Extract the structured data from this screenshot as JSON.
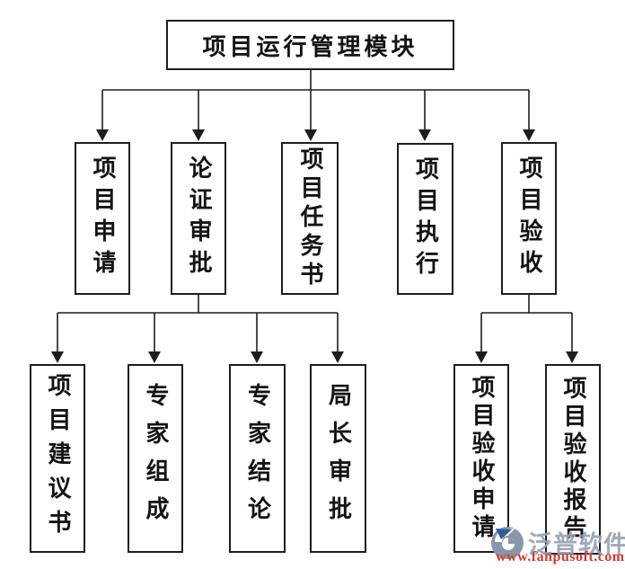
{
  "diagram": {
    "root": {
      "label": "项目运行管理模块"
    },
    "level2": [
      {
        "label": "项目申请"
      },
      {
        "label": "论证审批"
      },
      {
        "label": "项目任务书"
      },
      {
        "label": "项目执行"
      },
      {
        "label": "项目验收"
      }
    ],
    "approval_children": [
      {
        "label": "项目建议书"
      },
      {
        "label": "专家组成"
      },
      {
        "label": "专家结论"
      },
      {
        "label": "局长审批"
      }
    ],
    "acceptance_children": [
      {
        "label": "项目验收申请"
      },
      {
        "label": "项目验收报告"
      }
    ]
  },
  "colors": {
    "line": "#1d1d1d",
    "box_border": "#1d1d1d",
    "text": "#141414",
    "background": "#ffffff",
    "watermark_brand": "#97a2b3",
    "watermark_url": "#d0392e",
    "logo_gray": "#8896ac",
    "logo_blue": "#2e5e9e"
  },
  "watermark": {
    "logo_icon": "fanpu-swirl-logo",
    "brand": "泛普软件",
    "url": "www.fanpusoft.com"
  }
}
